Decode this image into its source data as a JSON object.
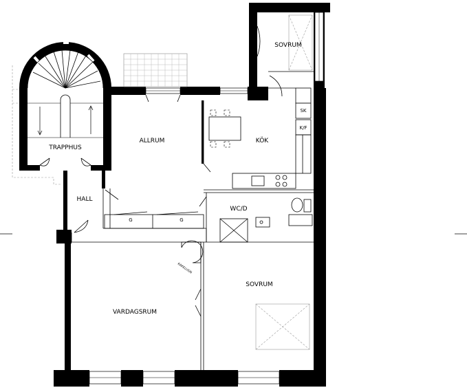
{
  "rooms": {
    "trapphus": "TRAPPHUS",
    "allrum": "ALLRUM",
    "kok": "KÖK",
    "sovrum_top": "SOVRUM",
    "hall": "HALL",
    "wcd": "WC/D",
    "vardagsrum": "VARDAGSRUM",
    "sovrum_bottom": "SOVRUM"
  },
  "labels": {
    "sk": "SK",
    "kf": "K/F",
    "g_left": "G",
    "g_right": "G",
    "kakelugn": "KAKELUGN"
  }
}
